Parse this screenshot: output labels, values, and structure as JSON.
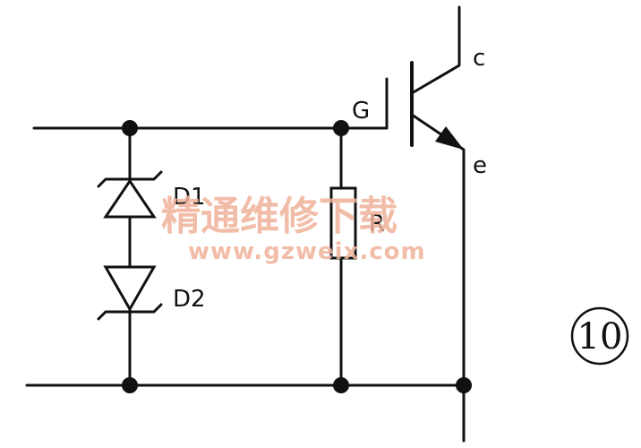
{
  "labels": {
    "collector": "c",
    "emitter": "e",
    "gate": "G",
    "diode1": "D1",
    "diode2": "D2",
    "resistor": "R"
  },
  "figure_number": "10",
  "watermark": {
    "text": "精通维修下载",
    "url": "www.gzweix.com",
    "color": "#f0b29a"
  }
}
